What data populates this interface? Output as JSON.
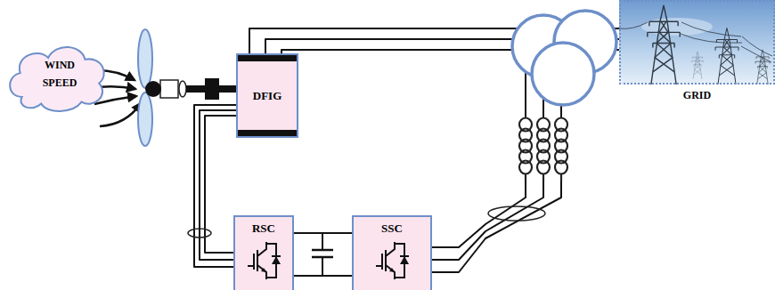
{
  "diagram": {
    "nodes": [
      {
        "text": [
          "WIND SPEED"
        ]
      },
      {
        "text": [
          "DFIG"
        ]
      },
      {
        "text": [
          "RSC"
        ]
      },
      {
        "text": [
          "SSC"
        ]
      },
      {
        "text": [
          "GRID"
        ]
      }
    ],
    "edges": [
      {
        "from": 1,
        "to": 4,
        "arrow": "none"
      },
      {
        "from": 1,
        "to": 2,
        "arrow": "none"
      },
      {
        "from": 2,
        "to": 3,
        "arrow": "none"
      },
      {
        "from": 3,
        "to": 4,
        "arrow": "none"
      }
    ]
  }
}
